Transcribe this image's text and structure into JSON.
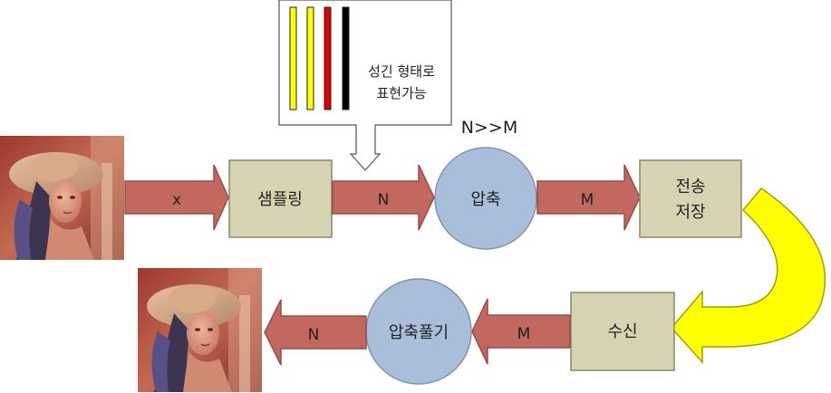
{
  "colors": {
    "arrow_fill": "#c2685f",
    "arrow_stroke": "#9b4d45",
    "box_fill": "#d6d3b3",
    "box_stroke": "#8a876a",
    "circle_fill": "#a9bedb",
    "circle_stroke": "#7f93b0",
    "yellow_arrow": "#ffff00",
    "yellow_stroke": "#a0a000",
    "bar_yellow": "#ffff00",
    "bar_red": "#e00000",
    "bar_black": "#000000"
  },
  "callout": {
    "text_line1": "성긴 형태로",
    "text_line2": "표현가능",
    "bars": [
      "yellow",
      "yellow",
      "red",
      "black"
    ]
  },
  "ratio_label": "N>>M",
  "top_row": {
    "arrow1_label": "x",
    "sampling_label": "샘플링",
    "arrow2_label": "N",
    "compress_label": "압축",
    "arrow3_label": "M",
    "transmit_line1": "전송",
    "transmit_line2": "저장"
  },
  "bottom_row": {
    "receive_label": "수신",
    "arrow4_label": "M",
    "decompress_label": "압축풀기",
    "arrow5_label": "N"
  },
  "images": {
    "input_image": "portrait-photo",
    "output_image": "portrait-photo"
  }
}
